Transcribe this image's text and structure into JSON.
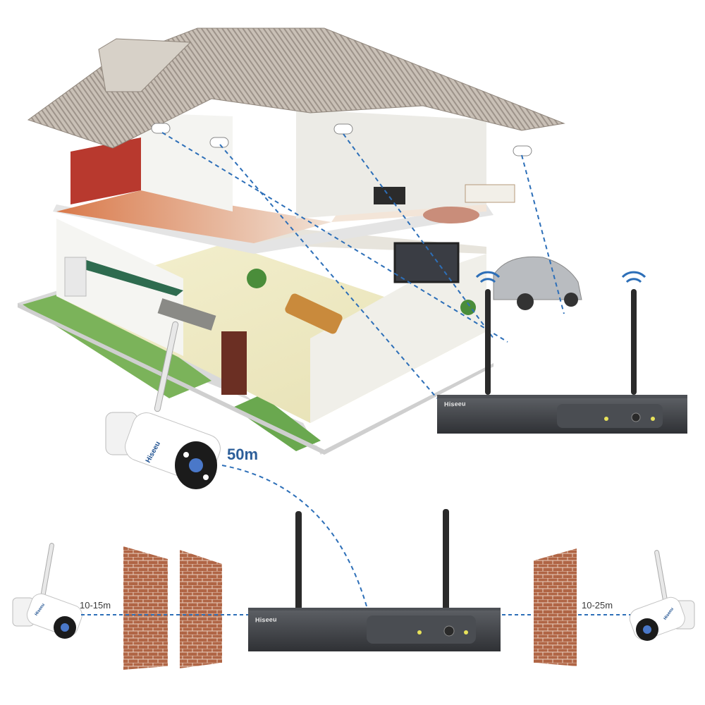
{
  "brand": "Hiseeu",
  "range": {
    "wireless_range": "50m",
    "through_two_walls": "10-15m",
    "through_one_wall": "10-25m"
  },
  "colors": {
    "range_label": "#2d5f9a",
    "signal_line": "#2d6fb8",
    "brick": "#a85a3c",
    "roof": "#b8aea5",
    "nvr_body": "#3d3f42"
  }
}
